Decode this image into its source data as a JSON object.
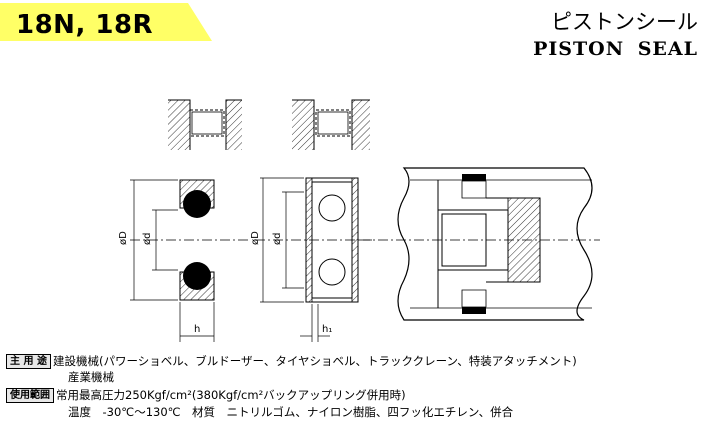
{
  "header": {
    "series": "18N, 18R",
    "title_jp": "ピストンシール",
    "title_en": "PISTON  SEAL"
  },
  "dimension_labels": {
    "outer_diameter": "øD",
    "inner_diameter": "ød",
    "width_n": "h",
    "width_r": "h₁"
  },
  "specs": {
    "applications_tag": "主 用 途",
    "applications_line1": "建設機械(パワーショベル、ブルドーザー、タイヤショベル、トラッククレーン、特装アタッチメント)",
    "applications_line2": "産業機械",
    "range_tag": "使用範囲",
    "range_line1": "常用最高圧力250Kgf/cm²(380Kgf/cm²バックアップリング併用時)",
    "range_line2": "温度　-30℃～130℃　材質　ニトリルゴム、ナイロン樹脂、四フッ化エチレン、併合"
  },
  "colors": {
    "title_band": "#ffff66",
    "hatch": "#000000"
  }
}
